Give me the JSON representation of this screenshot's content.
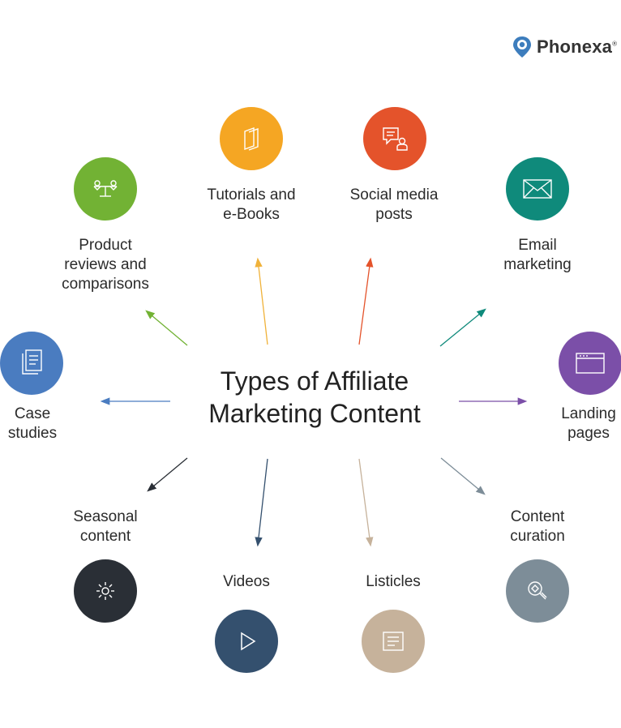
{
  "brand": {
    "name": "Phonexa",
    "trademark": "®",
    "color": "#3d7dbd"
  },
  "title": {
    "line1": "Types of Affiliate",
    "line2": "Marketing Content"
  },
  "nodes": {
    "tutorials": {
      "line1": "Tutorials and",
      "line2": "e-Books",
      "color": "#f5a623",
      "icon": "book-icon"
    },
    "social": {
      "line1": "Social media",
      "line2": "posts",
      "color": "#e4532b",
      "icon": "chat-user-icon"
    },
    "product": {
      "line1": "Product",
      "line2": "reviews and",
      "line3": "comparisons",
      "color": "#72b234",
      "icon": "balance-scale-icon"
    },
    "email": {
      "line1": "Email",
      "line2": "marketing",
      "color": "#0f8a7b",
      "icon": "envelope-icon"
    },
    "case": {
      "line1": "Case",
      "line2": "studies",
      "color": "#4a7cc0",
      "icon": "document-stack-icon"
    },
    "landing": {
      "line1": "Landing",
      "line2": "pages",
      "color": "#7b4fa8",
      "icon": "browser-window-icon"
    },
    "seasonal": {
      "line1": "Seasonal",
      "line2": "content",
      "color": "#2a2f36",
      "icon": "sun-icon"
    },
    "curation": {
      "line1": "Content",
      "line2": "curation",
      "color": "#7d8d98",
      "icon": "magnifier-icon"
    },
    "videos": {
      "line1": "Videos",
      "color": "#34506e",
      "icon": "play-icon"
    },
    "listicles": {
      "line1": "Listicles",
      "color": "#c6b29b",
      "icon": "list-document-icon"
    }
  }
}
